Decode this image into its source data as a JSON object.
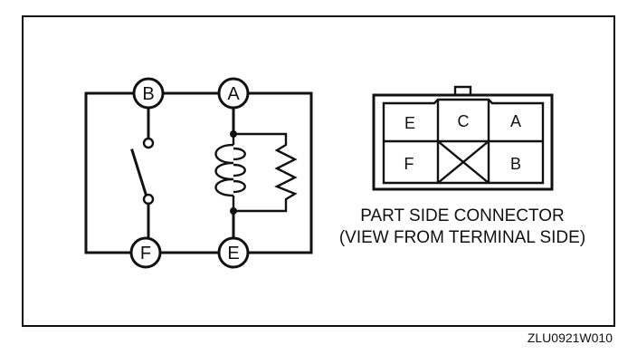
{
  "circuit": {
    "terminals": {
      "B": "B",
      "A": "A",
      "F": "F",
      "E": "E"
    }
  },
  "connector": {
    "cells": {
      "r1c1": "E",
      "r1c2": "C",
      "r1c3": "A",
      "r2c1": "F",
      "r2c3": "B"
    },
    "caption_line1": "PART SIDE CONNECTOR",
    "caption_line2": "(VIEW FROM TERMINAL SIDE)"
  },
  "figure_code": "ZLU0921W010"
}
